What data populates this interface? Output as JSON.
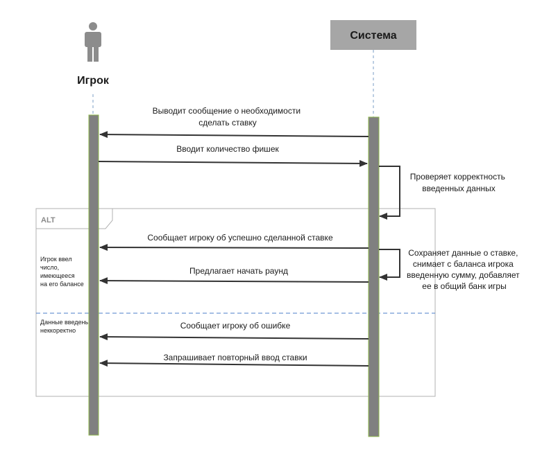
{
  "actors": {
    "player": {
      "label": "Игрок"
    },
    "system": {
      "label": "Система"
    }
  },
  "alt": {
    "label": "ALT",
    "guard1": [
      "Игрок ввел",
      "число,",
      "имеющееся",
      "на его балансе"
    ],
    "guard2": [
      "Данные введены",
      "неккоректно"
    ]
  },
  "messages": {
    "m1": [
      "Выводит сообщение о необходимости",
      "сделать ставку"
    ],
    "m2": [
      "Вводит количество фишек"
    ],
    "m3": [
      "Сообщает игроку об успешно сделанной ставке"
    ],
    "m4": [
      "Предлагает начать раунд"
    ],
    "m5": [
      "Сообщает игроку об ошибке"
    ],
    "m6": [
      "Запрашивает повторный ввод ставки"
    ]
  },
  "self_messages": {
    "s1": [
      "Проверяет корректность",
      "введенных данных"
    ],
    "s2": [
      "Сохраняет данные о ставке,",
      "снимает с баланса игрока",
      "введенную сумму, добавляет",
      "ее в общий банк игры"
    ]
  },
  "colors": {
    "lifeline_bar": "#808080",
    "lifeline_border": "#8fb84d",
    "system_box": "#a6a6a6",
    "actor_icon": "#8c8c8c",
    "arrow": "#333333",
    "alt_frame": "#b0b0b0",
    "alt_divider": "#4a7cc9"
  }
}
